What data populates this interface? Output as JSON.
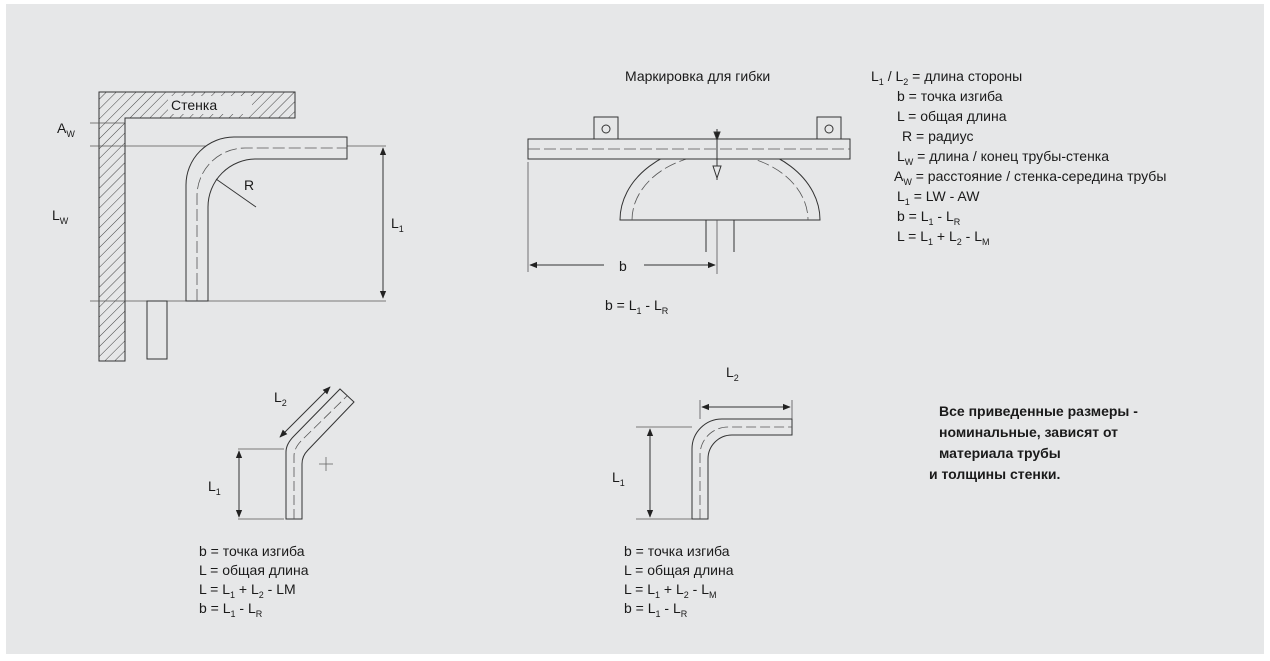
{
  "fig1": {
    "wall_label": "Стенка",
    "aw": {
      "base": "A",
      "sub": "W"
    },
    "lw": {
      "base": "L",
      "sub": "W"
    },
    "r": "R",
    "l1": {
      "base": "L",
      "sub": "1"
    }
  },
  "fig2": {
    "title": "Маркировка для гибки",
    "b": "b",
    "formula": {
      "p1": "b = L",
      "s1": "1",
      "p2": " - L",
      "s2": "R"
    }
  },
  "legend": [
    {
      "id": "l1l2",
      "parts": [
        [
          "L",
          "1"
        ],
        [
          " / L",
          "2"
        ],
        [
          " = длина стороны",
          ""
        ]
      ]
    },
    {
      "id": "b",
      "parts": [
        [
          "b = точка изгиба",
          ""
        ]
      ]
    },
    {
      "id": "l",
      "parts": [
        [
          "L = общая длина",
          ""
        ]
      ]
    },
    {
      "id": "r",
      "parts": [
        [
          "R = радиус",
          ""
        ]
      ]
    },
    {
      "id": "lw",
      "parts": [
        [
          "L",
          "W"
        ],
        [
          " = длина / конец трубы-стенка",
          ""
        ]
      ]
    },
    {
      "id": "aw",
      "parts": [
        [
          "A",
          "W"
        ],
        [
          " = расстояние / стенка-середина трубы",
          ""
        ]
      ]
    },
    {
      "id": "l1f",
      "parts": [
        [
          "L",
          "1"
        ],
        [
          " = LW - AW",
          ""
        ]
      ]
    },
    {
      "id": "bf",
      "parts": [
        [
          "b = L",
          "1"
        ],
        [
          " - L",
          "R"
        ]
      ]
    },
    {
      "id": "lf",
      "parts": [
        [
          "L = L",
          "1"
        ],
        [
          " + L",
          "2"
        ],
        [
          " - L",
          "M"
        ]
      ]
    }
  ],
  "fig3": {
    "l1": {
      "base": "L",
      "sub": "1"
    },
    "l2": {
      "base": "L",
      "sub": "2"
    },
    "lines": [
      [
        [
          "b = точка изгиба",
          ""
        ]
      ],
      [
        [
          "L = общая длина",
          ""
        ]
      ],
      [
        [
          "L = L",
          "1"
        ],
        [
          " + L",
          "2"
        ],
        [
          "  - LM",
          ""
        ]
      ],
      [
        [
          "b = L",
          "1"
        ],
        [
          " - L",
          "R"
        ]
      ]
    ]
  },
  "fig4": {
    "l1": {
      "base": "L",
      "sub": "1"
    },
    "l2": {
      "base": "L",
      "sub": "2"
    },
    "lines": [
      [
        [
          "b = точка изгиба",
          ""
        ]
      ],
      [
        [
          "L = общая длина",
          ""
        ]
      ],
      [
        [
          "L = L",
          "1"
        ],
        [
          " + L",
          "2"
        ],
        [
          " - L",
          "M"
        ]
      ],
      [
        [
          "b = L",
          "1"
        ],
        [
          " - L",
          "R"
        ]
      ]
    ]
  },
  "note": [
    "Все приведенные размеры -",
    "номинальные, зависят от",
    "материала трубы",
    "и толщины стенки."
  ]
}
